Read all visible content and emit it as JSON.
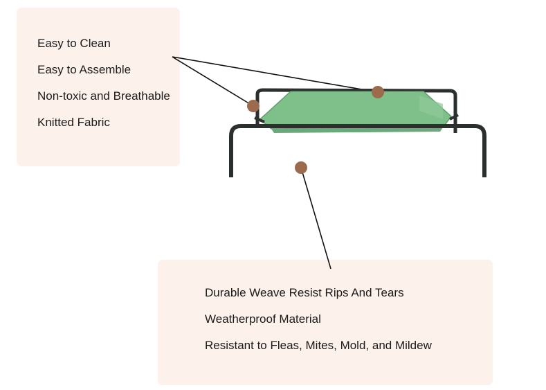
{
  "top_features": [
    "Easy to Clean",
    "Easy to Assemble",
    "Non-toxic and Breathable",
    "Knitted Fabric"
  ],
  "bottom_features": [
    "Durable Weave Resist Rips And Tears",
    "Weatherproof Material",
    "Resistant to Fleas, Mites, Mold, and Mildew"
  ],
  "colors": {
    "card_background": "#fdf1ec",
    "marker": "#9c6b4e",
    "fabric": "#7fc08a",
    "frame": "#2b2f2d"
  }
}
